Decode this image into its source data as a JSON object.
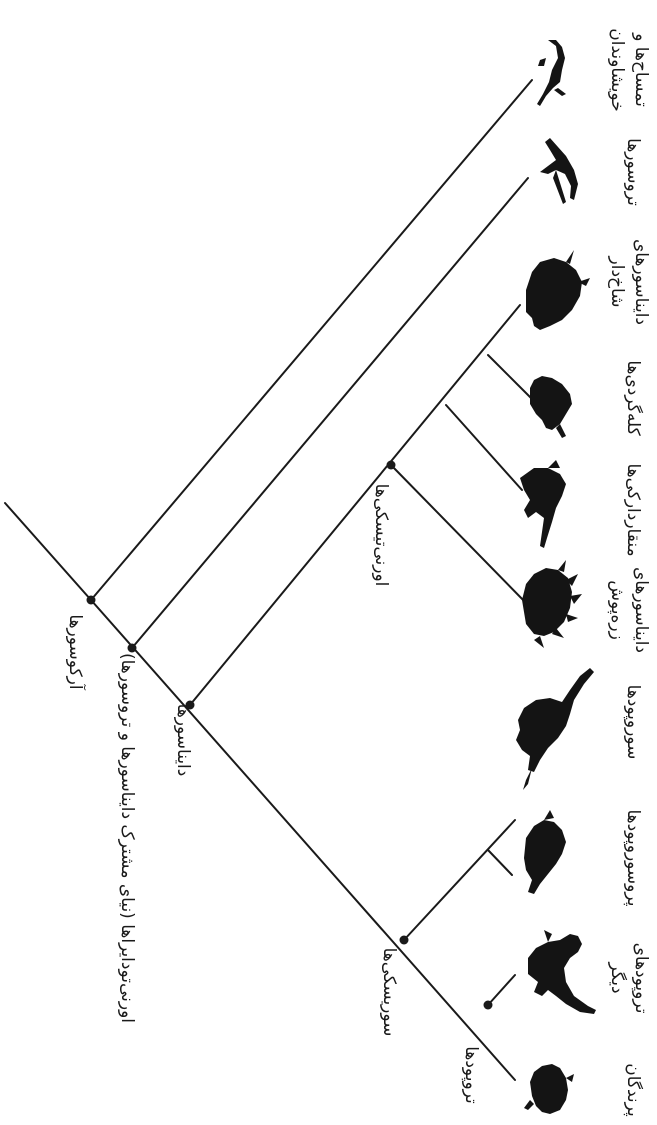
{
  "taxa": [
    {
      "id": "crocs",
      "lines": [
        "تمساح‌ها و",
        "خویشاوندان"
      ]
    },
    {
      "id": "pterosaurs",
      "lines": [
        "تروسورها"
      ]
    },
    {
      "id": "ceratopsians",
      "lines": [
        "دایناسورهای",
        "شاخ‌دار"
      ]
    },
    {
      "id": "pachycephalosaurs",
      "lines": [
        "کله‌گردی‌ها"
      ]
    },
    {
      "id": "ornithopods",
      "lines": [
        "منقاردارکی‌ها"
      ]
    },
    {
      "id": "thyreophorans",
      "lines": [
        "دایناسورهای",
        "زره‌پوش"
      ]
    },
    {
      "id": "sauropods",
      "lines": [
        "سوروپودها"
      ]
    },
    {
      "id": "prosauropods",
      "lines": [
        "پروسوروپودها"
      ]
    },
    {
      "id": "other_theropods",
      "lines": [
        "تروپودهای",
        "دیگر"
      ]
    },
    {
      "id": "birds",
      "lines": [
        "پرندگان"
      ]
    }
  ],
  "clades": [
    {
      "id": "archosaurs",
      "label": "آرکوسورها"
    },
    {
      "id": "ornithodirans",
      "label": "اورنی‌تودایراها (نیای مشترک دایناسورها و تروسورها)"
    },
    {
      "id": "dinosaurs",
      "label": "دایناسورها"
    },
    {
      "id": "ornithischians",
      "label": "اورنی‌تیسکی‌ها"
    },
    {
      "id": "saurischians",
      "label": "سوریسکی‌ها"
    },
    {
      "id": "theropods",
      "label": "تروپودها"
    }
  ],
  "colors": {
    "line": "#1a1a1a",
    "silhouette": "#141414",
    "background": "#ffffff"
  }
}
